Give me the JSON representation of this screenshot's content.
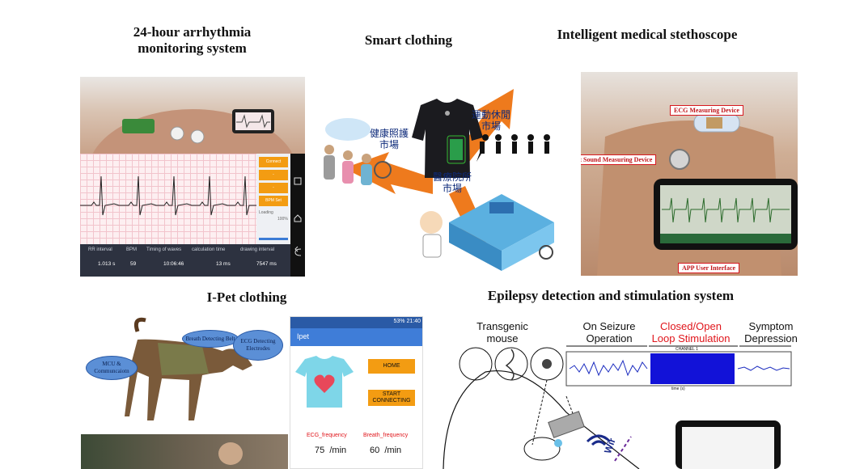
{
  "titles": {
    "arrhythmia_line1": "24-hour arrhythmia",
    "arrhythmia_line2": "monitoring system",
    "smart_clothing": "Smart clothing",
    "stethoscope": "Intelligent medical stethoscope",
    "ipet": "I-Pet clothing",
    "epilepsy": "Epilepsy detection and stimulation system"
  },
  "arrhythmia": {
    "side_buttons": [
      "Connect",
      "-",
      "-",
      "BPM Set"
    ],
    "loading_label": "Loading",
    "loading_value": "100%",
    "table_headers": [
      "RR interval",
      "BPM",
      "Timing of waves",
      "calculation time",
      "drawing interval"
    ],
    "table_values": [
      "1.013 s",
      "59",
      "10:06:46",
      "13 ms",
      "7547 ms"
    ]
  },
  "smart_clothing": {
    "label_health": "健康照護\n市場",
    "label_sports": "運動休閒\n市場",
    "label_hospital": "醫療院所\n市場"
  },
  "stethoscope": {
    "ecg_label": "ECG Measuring Device",
    "heart_label": "Heart Sound Measuring Device",
    "app_label": "APP User Interface"
  },
  "ipet": {
    "bubble_mcu": "MCU & Communcaiotn",
    "bubble_breath": "Breath Detecting Belt",
    "bubble_ecg": "ECG Detecting Electrodes",
    "status_time": "53% 21:40",
    "app_title": "Ipet",
    "btn_home": "HOME",
    "btn_start": "START CONNECTING",
    "ecg_freq_label": "ECG_frequency",
    "breath_freq_label": "Breath_frequency",
    "ecg_freq_value": "75  /min",
    "breath_freq_value": "60  /min"
  },
  "epilepsy": {
    "transgenic": "Transgenic\nmouse",
    "on_seizure": "On Seizure\nOperation",
    "closed_loop": "Closed/Open\nLoop Stimulation",
    "symptom": "Symptom\nDepression",
    "channel": "CHANNEL 1",
    "time_axis": "time (s)",
    "wireless": "Wir",
    "colors": {
      "signal": "#1a2bbf",
      "stim": "#1212d8",
      "red_text": "#e0151b"
    }
  }
}
